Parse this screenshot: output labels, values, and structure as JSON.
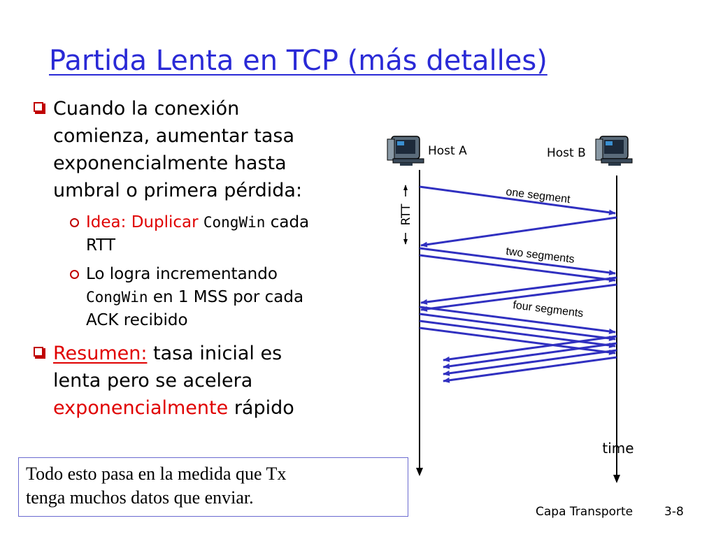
{
  "slide": {
    "title": "Partida Lenta en TCP (más detalles)",
    "bullets": [
      {
        "text": "Cuando la conexión comienza, aumentar tasa exponencialmente hasta umbral o primera pérdida:",
        "lines": [
          "Cuando la conexión",
          "comienza, aumentar tasa",
          "exponencialmente hasta",
          "umbral o primera pérdida:"
        ]
      }
    ],
    "sub_bullets": [
      {
        "prefix": "Idea: Duplicar ",
        "code": "CongWin",
        "suffix": " cada",
        "line2": "RTT"
      },
      {
        "line1": "Lo logra incrementando",
        "code": "CongWin",
        "suffix": " en 1 MSS por cada",
        "line3": "ACK recibido"
      }
    ],
    "summary": {
      "label": "Resumen:",
      "text1": " tasa inicial es",
      "line2": "lenta pero se acelera",
      "highlight": "exponencialmente",
      "text3": " rápido"
    },
    "note": {
      "line1": "Todo esto pasa en la medida que Tx",
      "line2": "tenga muchos datos que enviar."
    },
    "footer": {
      "section": "Capa Transporte",
      "page": "3-8"
    }
  },
  "diagram": {
    "host_a": "Host A",
    "host_b": "Host B",
    "rtt_label": "RTT",
    "time_label": "time",
    "segment_labels": [
      "one segment",
      "two segments",
      "four segments"
    ],
    "colors": {
      "arrow": "#3030c0",
      "timeline": "#000000"
    },
    "icons": [
      "computer-icon",
      "computer-icon"
    ]
  }
}
